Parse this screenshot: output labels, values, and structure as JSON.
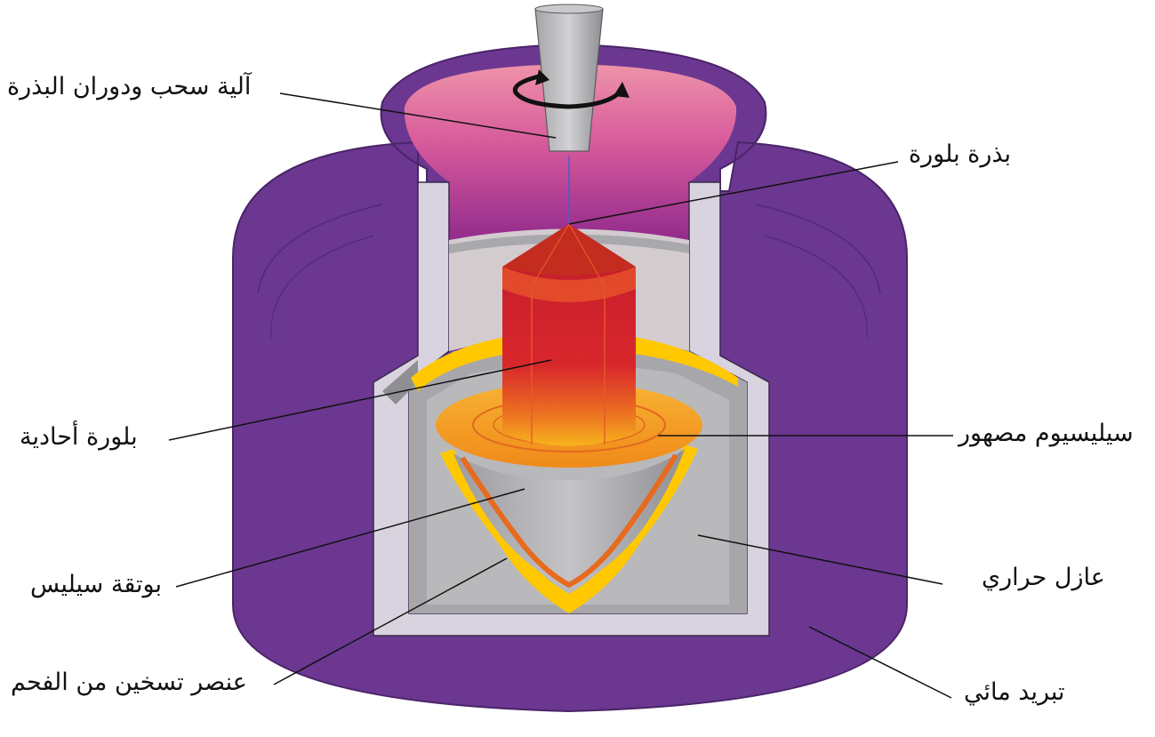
{
  "labels": {
    "seed_mechanism": "آلية سحب ودوران البذرة",
    "seed_crystal": "بذرة بلورة",
    "single_crystal": "بلورة أحادية",
    "molten_silicon": "سيليسيوم مصهور",
    "silica_crucible": "بوتقة سيليس",
    "thermal_insulator": "عازل حراري",
    "carbon_heater": "عنصر تسخين من الفحم",
    "water_cooling": "تبريد مائي"
  },
  "colors": {
    "chamber": "#6b3790",
    "chamber_edge": "#4a2468",
    "liner": "#d9d3e0",
    "insulator": "#a7a7ab",
    "heater": "#ffc800",
    "crystal": "#d8222a",
    "melt": "#f59a1e",
    "top_gradient_light": "#e98aa4",
    "top_gradient_dark": "#9b2a8a"
  }
}
